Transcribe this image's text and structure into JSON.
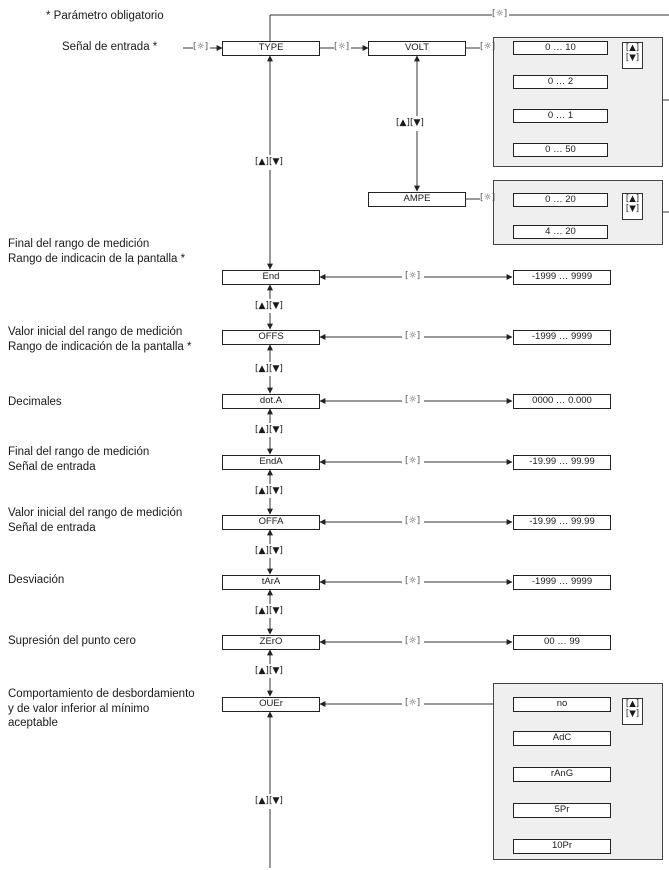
{
  "mandatory_note": "* Parámetro obligatorio",
  "sun_key": "[☼]",
  "updown_key": "[▲][▼]",
  "updown_up": "[▲]",
  "updown_down": "[▼]",
  "input_signal": {
    "label": "Señal de entrada *",
    "type_box": "TYPE",
    "volt_box": "VOLT",
    "ampe_box": "AMPE",
    "volt_ranges": [
      "0 … 10",
      "0 … 2",
      "0 … 1",
      "0 … 50"
    ],
    "ampe_ranges": [
      "0 … 20",
      "4 … 20"
    ]
  },
  "rows": [
    {
      "label": "Final del rango de medición\nRango de indicacin de la pantalla *",
      "code": "End",
      "value": "-1999 … 9999"
    },
    {
      "label": "Valor inicial del rango de medición\nRango de indicación de la pantalla *",
      "code": "OFFS",
      "value": "-1999 … 9999"
    },
    {
      "label": "Decimales",
      "code": "dot.A",
      "value": "0000 … 0.000"
    },
    {
      "label": "Final del rango de medición\nSeñal de entrada",
      "code": "EndA",
      "value": "-19.99 … 99.99"
    },
    {
      "label": "Valor inicial del rango de medición\nSeñal de entrada",
      "code": "OFFA",
      "value": "-19.99 … 99.99"
    },
    {
      "label": "Desviación",
      "code": "tArA",
      "value": "-1999 … 9999"
    },
    {
      "label": "Supresión del punto cero",
      "code": "ZErO",
      "value": "00 … 99"
    }
  ],
  "overflow": {
    "label": "Comportamiento de desbordamiento\ny de valor inferior al mínimo\naceptable",
    "code": "OUEr",
    "options": [
      "no",
      "AdC",
      "rAnG",
      "5Pr",
      "10Pr"
    ]
  }
}
